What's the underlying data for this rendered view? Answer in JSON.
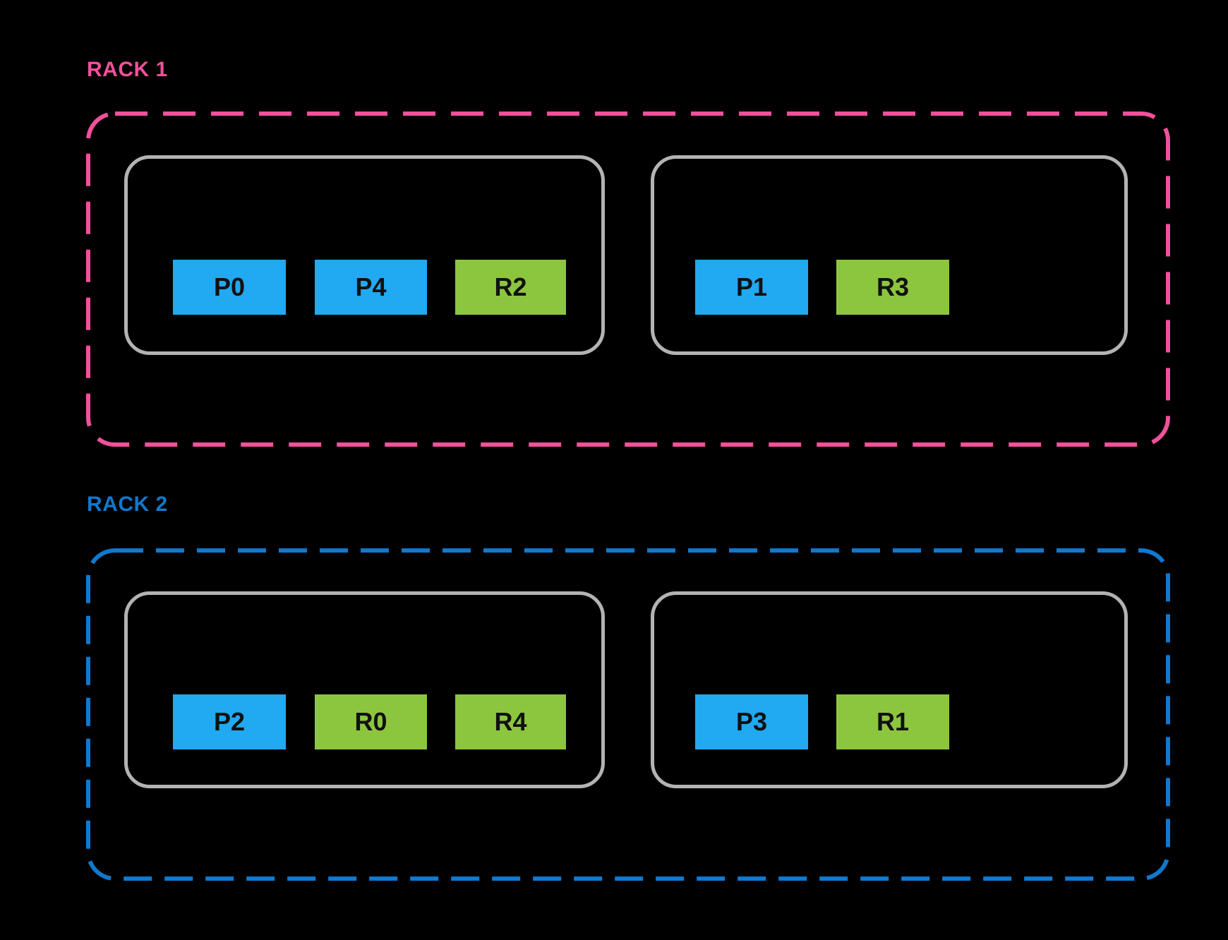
{
  "colors": {
    "background": "#000000",
    "host_border": "#B3B3B3",
    "chip_text": "#111111"
  },
  "racks": [
    {
      "label": "RACK 1",
      "accent": "#F0519B",
      "hosts": [
        {
          "chips": [
            {
              "label": "P0",
              "color": "#21A9F1"
            },
            {
              "label": "P4",
              "color": "#21A9F1"
            },
            {
              "label": "R2",
              "color": "#8CC63E"
            }
          ]
        },
        {
          "chips": [
            {
              "label": "P1",
              "color": "#21A9F1"
            },
            {
              "label": "R3",
              "color": "#8CC63E"
            }
          ]
        }
      ]
    },
    {
      "label": "RACK 2",
      "accent": "#1278CC",
      "hosts": [
        {
          "chips": [
            {
              "label": "P2",
              "color": "#21A9F1"
            },
            {
              "label": "R0",
              "color": "#8CC63E"
            },
            {
              "label": "R4",
              "color": "#8CC63E"
            }
          ]
        },
        {
          "chips": [
            {
              "label": "P3",
              "color": "#21A9F1"
            },
            {
              "label": "R1",
              "color": "#8CC63E"
            }
          ]
        }
      ]
    }
  ]
}
